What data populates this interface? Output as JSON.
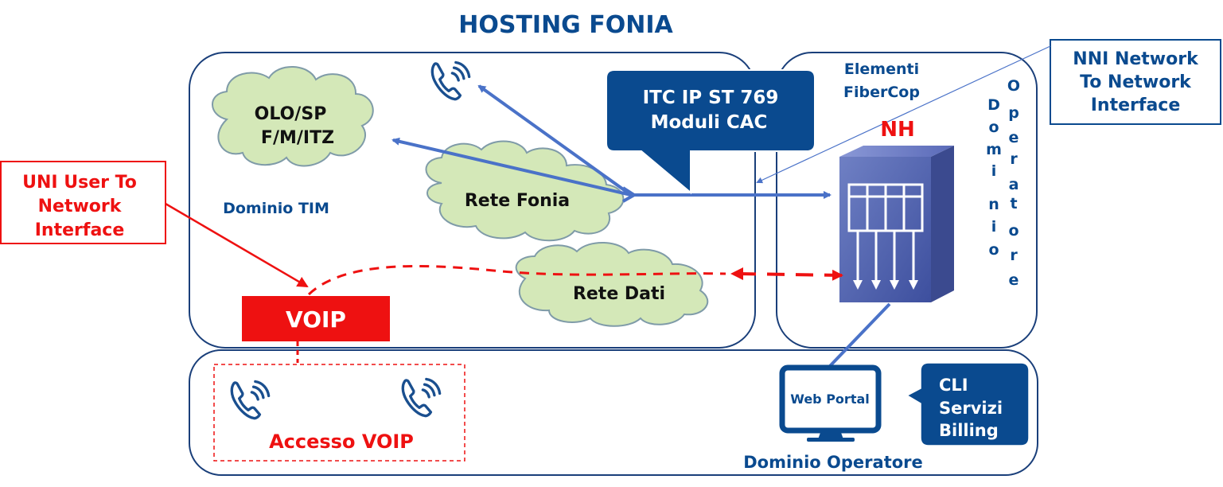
{
  "title": "HOSTING FONIA",
  "domains": {
    "tim": "Dominio TIM",
    "fibercop_line1": "Elementi",
    "fibercop_line2": "FiberCop",
    "operatore_vertical": [
      "D",
      "o",
      "m",
      "i",
      "n",
      "i",
      "o"
    ],
    "operatore_vertical2": [
      "O",
      "p",
      "e",
      "r",
      "a",
      "t",
      "o",
      "r",
      "e"
    ],
    "operatore_bottom": "Dominio Operatore"
  },
  "clouds": {
    "olo_line1": "OLO/SP",
    "olo_line2": "F/M/ITZ",
    "rete_fonia": "Rete Fonia",
    "rete_dati": "Rete Dati"
  },
  "callouts": {
    "itc_line1": "ITC IP ST 769",
    "itc_line2": "Moduli CAC",
    "nni_line1": "NNI Network",
    "nni_line2": "To Network",
    "nni_line3": "Interface",
    "uni_line1": "UNI User To",
    "uni_line2": "Network",
    "uni_line3": "Interface",
    "cli_line1": "CLI",
    "cli_line2": "Servizi",
    "cli_line3": "Billing"
  },
  "nh_label": "NH",
  "voip_label": "VOIP",
  "accesso_voip": "Accesso VOIP",
  "web_portal": "Web Portal",
  "colors": {
    "dark_blue": "#0a4a8f",
    "arrow_blue": "#4a72c8",
    "red": "#ee1111",
    "cloud_fill": "#d4e8b8",
    "cloud_stroke": "#7f9ba8",
    "domain_border": "#1a3f7a"
  },
  "icons": [
    "phone-icon",
    "server-rack-icon",
    "monitor-icon"
  ]
}
